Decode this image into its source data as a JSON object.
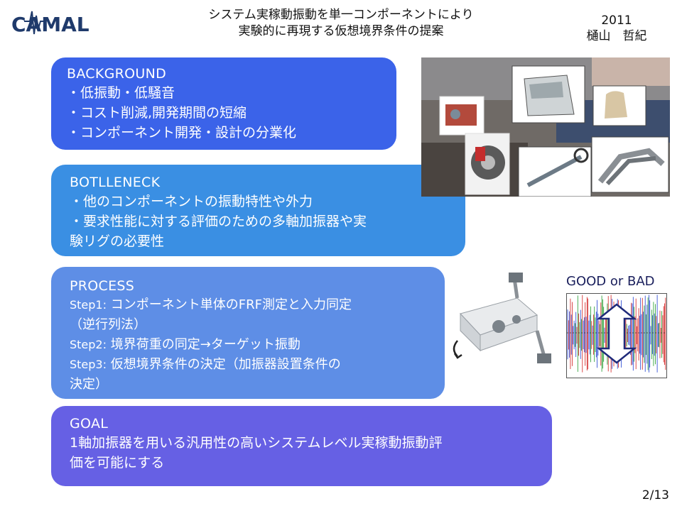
{
  "header": {
    "logo_text": "CAMAL",
    "title_line1": "システム実稼動振動を単一コンポーネントにより",
    "title_line2": "実験的に再現する仮想境界条件の提案",
    "year": "2011",
    "author": "樋山　哲紀"
  },
  "background": {
    "heading": "BACKGROUND",
    "items": [
      "・低振動・低騒音",
      "・コスト削減,開発期間の短縮",
      "・コンポーネント開発・設計の分業化"
    ]
  },
  "bottleneck": {
    "heading": "BOTLLENECK",
    "items": [
      "・他のコンポーネントの振動特性や外力",
      "・要求性能に対する評価のための多軸加振器や実",
      "験リグの必要性"
    ]
  },
  "process": {
    "heading": "PROCESS",
    "steps": [
      {
        "label": "Step1:",
        "text": "コンポーネント単体のFRF測定と入力同定"
      },
      {
        "label": "",
        "text": "（逆行列法）"
      },
      {
        "label": "Step2:",
        "text": "境界荷重の同定→ターゲット振動"
      },
      {
        "label": "Step3:",
        "text": "仮想境界条件の決定（加振器設置条件の"
      },
      {
        "label": "",
        "text": "決定）"
      }
    ]
  },
  "goal": {
    "heading": "GOAL",
    "items": [
      "1軸加振器を用いる汎用性の高いシステムレベル実稼動振動評",
      "価を可能にする"
    ]
  },
  "result": {
    "label": "GOOD or BAD"
  },
  "footer": {
    "page": "2/13"
  },
  "colors": {
    "background_box": "#3b63e9",
    "bottleneck_box": "#3a8fe3",
    "process_box": "#5e8ee6",
    "goal_box": "#6660e4"
  }
}
